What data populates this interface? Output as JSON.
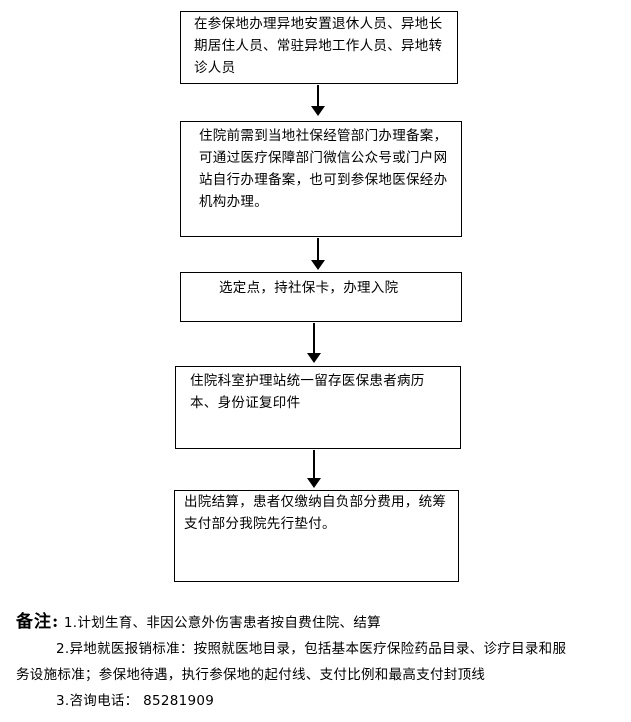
{
  "flowchart": {
    "steps": [
      "在参保地办理异地安置退休人员、异地长期居住人员、常驻异地工作人员、异地转诊人员",
      "住院前需到当地社保经管部门办理备案，可通过医疗保障部门微信公众号或门户网站自行办理备案，也可到参保地医保经办机构办理。",
      "选定点，持社保卡，办理入院",
      "住院科室护理站统一留存医保患者病历本、身份证复印件",
      "出院结算，患者仅缴纳自负部分费用，统筹支付部分我院先行垫付。"
    ]
  },
  "notes": {
    "title": "备注:",
    "item1": "1.计划生育、非因公意外伤害患者按自费住院、结算",
    "item2_line1": "2.异地就医报销标准：按照就医地目录，包括基本医疗保险药品目录、诊疗目录和服",
    "item2_line2": "务设施标准；参保地待遇，执行参保地的起付线、支付比例和最高支付封顶线",
    "item3": "3.咨询电话： 85281909"
  }
}
